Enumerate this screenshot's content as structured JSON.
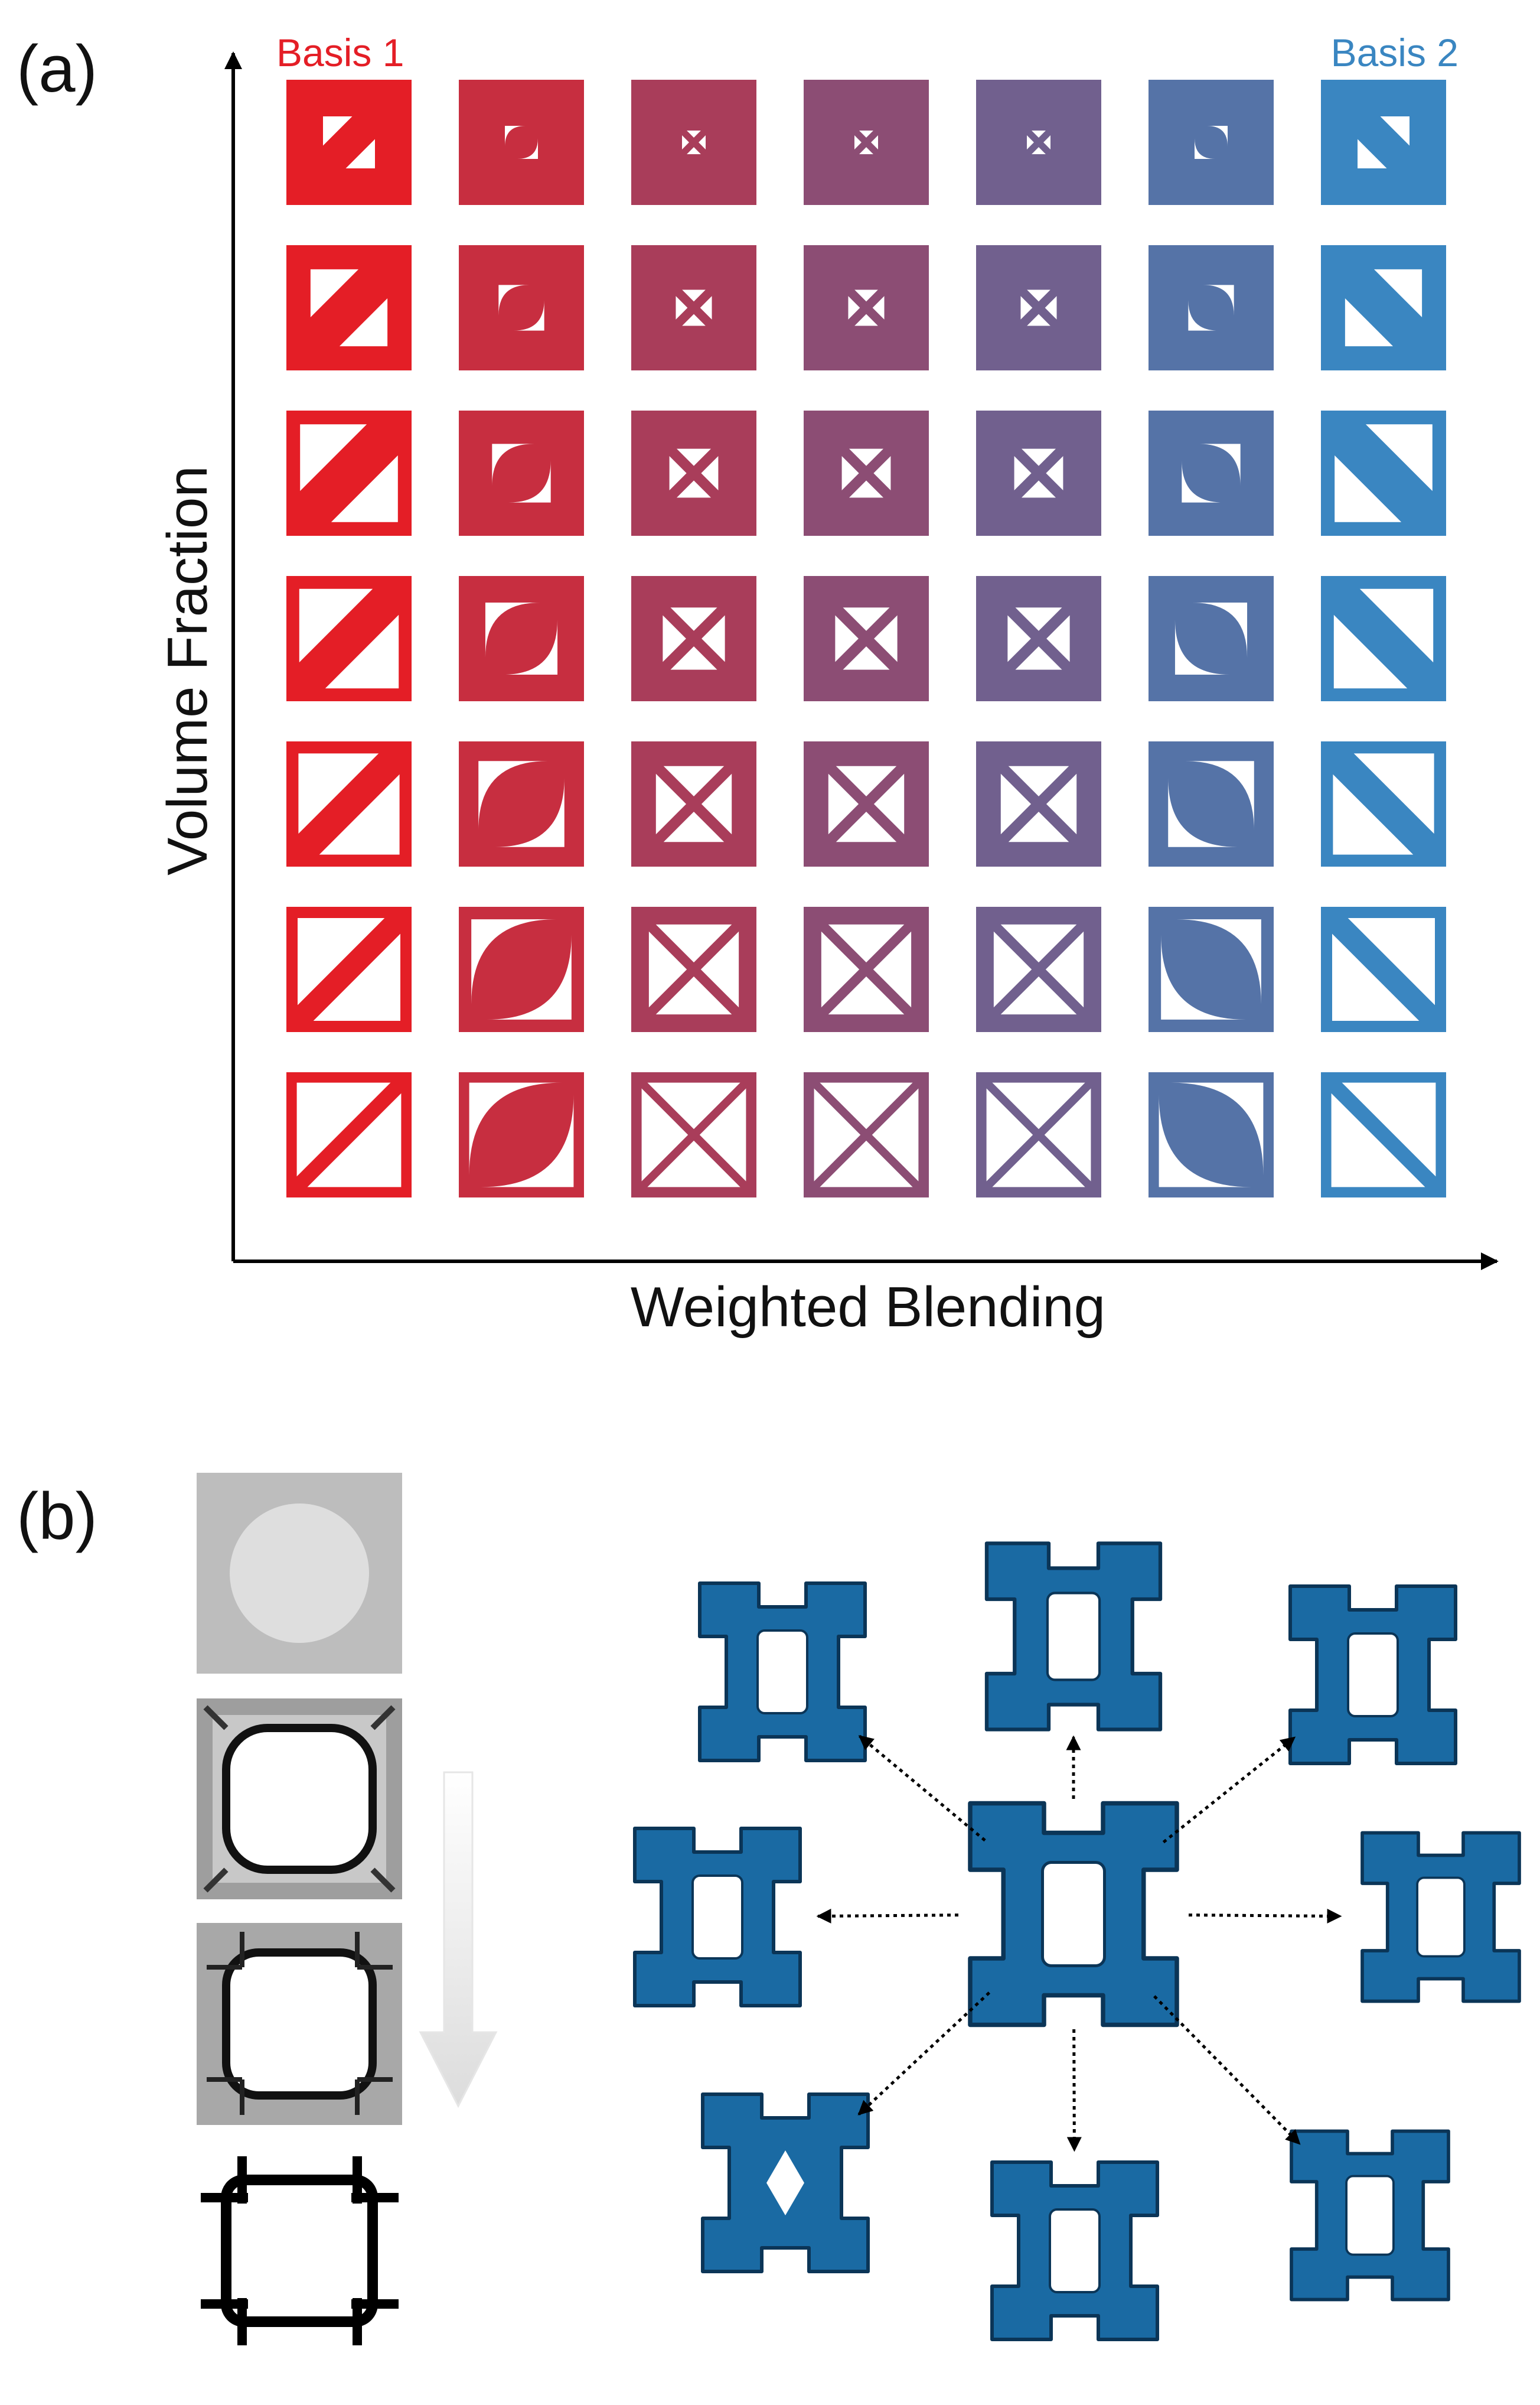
{
  "panel_a": {
    "label": "(a)",
    "basis1_label": "Basis 1",
    "basis2_label": "Basis 2",
    "basis1_color": "#e41e26",
    "basis2_color": "#3a86c1",
    "y_axis_label": "Volume Fraction",
    "x_axis_label": "Weighted Blending",
    "rows": 7,
    "cols": 7
  },
  "panel_b": {
    "label": "(b)",
    "process_steps": 4,
    "unit_color": "#1a6aa3",
    "outline_color": "#0b3557",
    "arrow_directions": 8
  }
}
